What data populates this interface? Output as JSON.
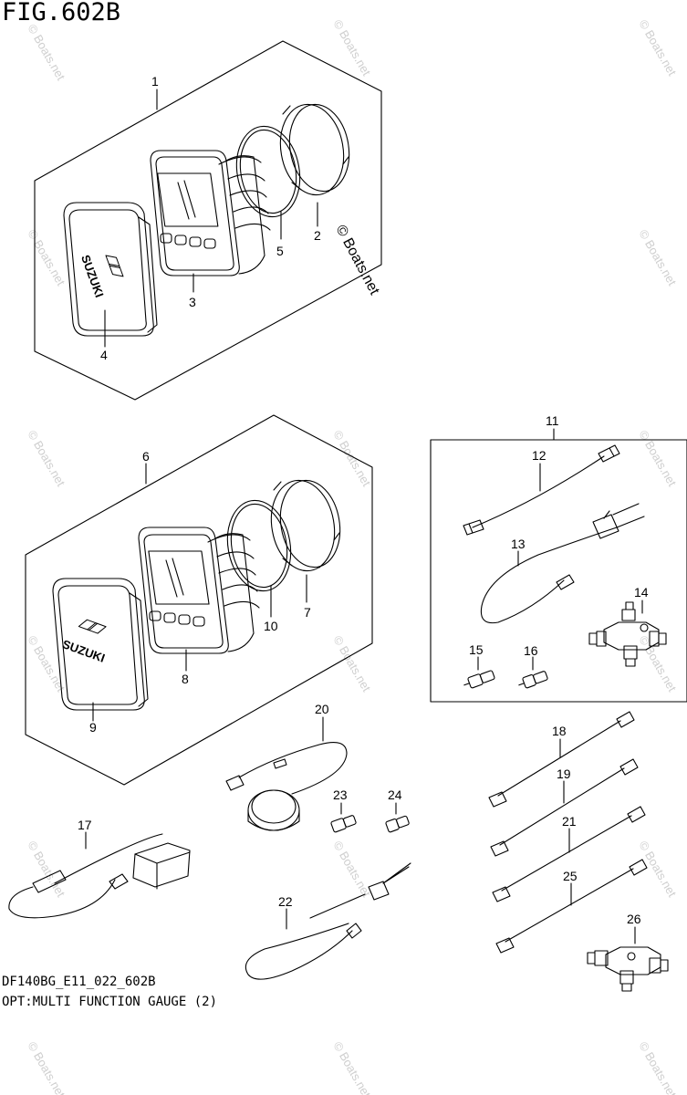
{
  "figure": {
    "title": "FIG.602B",
    "code": "DF140BG_E11_022_602B",
    "caption": "OPT:MULTI FUNCTION GAUGE (2)"
  },
  "watermark": {
    "text": "© Boats.net",
    "inline_text": "© Boats.net"
  },
  "logo_text": "SUZUKI",
  "parts": [
    {
      "id": "part-1",
      "label": "1"
    },
    {
      "id": "part-2",
      "label": "2"
    },
    {
      "id": "part-3",
      "label": "3"
    },
    {
      "id": "part-4",
      "label": "4"
    },
    {
      "id": "part-5",
      "label": "5"
    },
    {
      "id": "part-6",
      "label": "6"
    },
    {
      "id": "part-7",
      "label": "7"
    },
    {
      "id": "part-8",
      "label": "8"
    },
    {
      "id": "part-9",
      "label": "9"
    },
    {
      "id": "part-10",
      "label": "10"
    },
    {
      "id": "part-11",
      "label": "11"
    },
    {
      "id": "part-12",
      "label": "12"
    },
    {
      "id": "part-13",
      "label": "13"
    },
    {
      "id": "part-14",
      "label": "14"
    },
    {
      "id": "part-15",
      "label": "15"
    },
    {
      "id": "part-16",
      "label": "16"
    },
    {
      "id": "part-17",
      "label": "17"
    },
    {
      "id": "part-18",
      "label": "18"
    },
    {
      "id": "part-19",
      "label": "19"
    },
    {
      "id": "part-20",
      "label": "20"
    },
    {
      "id": "part-21",
      "label": "21"
    },
    {
      "id": "part-22",
      "label": "22"
    },
    {
      "id": "part-23",
      "label": "23"
    },
    {
      "id": "part-24",
      "label": "24"
    },
    {
      "id": "part-25",
      "label": "25"
    },
    {
      "id": "part-26",
      "label": "26"
    }
  ]
}
